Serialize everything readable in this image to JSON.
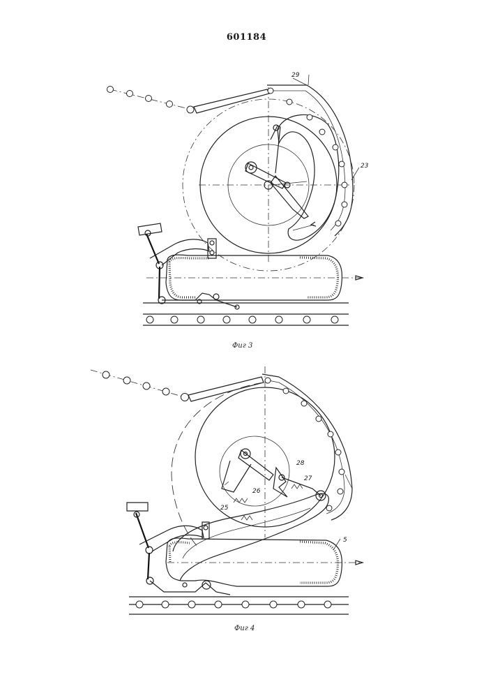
{
  "document": {
    "patent_number": "601184"
  },
  "figures": [
    {
      "caption": "Фиг 3",
      "labels": [
        "29",
        "23"
      ]
    },
    {
      "caption": "Фиг 4",
      "labels": [
        "28",
        "27",
        "26",
        "25",
        "5"
      ]
    }
  ]
}
